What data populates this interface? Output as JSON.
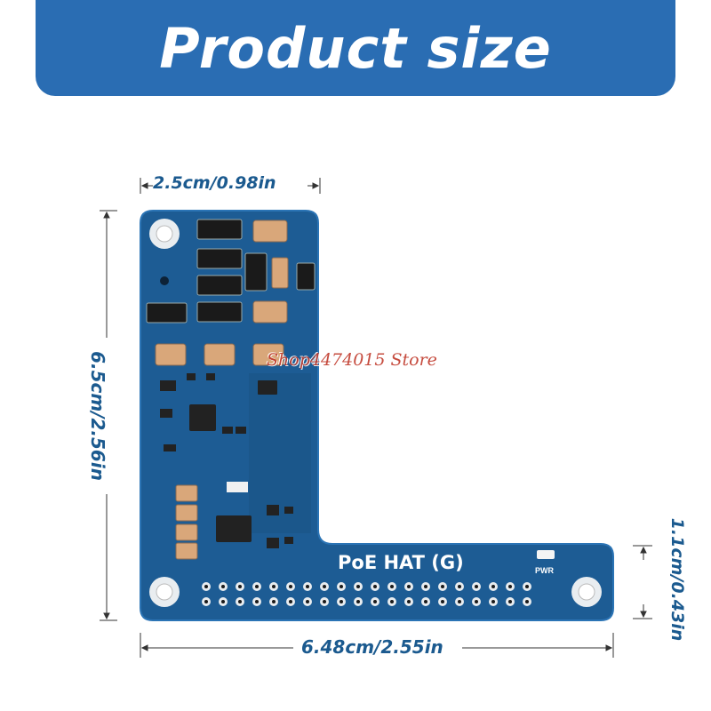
{
  "banner": {
    "title": "Product size",
    "color": "#2a6db3"
  },
  "dimensions": {
    "top_width": "2.5cm/0.98in",
    "left_height": "6.5cm/2.56in",
    "bottom_width": "6.48cm/2.55in",
    "right_height": "1.1cm/0.43in",
    "color": "#1b5a8f"
  },
  "board": {
    "label": "PoE HAT (G)",
    "pwr_label": "PWR",
    "color": "#1d5c94"
  },
  "watermark": "Shop4474015 Store"
}
